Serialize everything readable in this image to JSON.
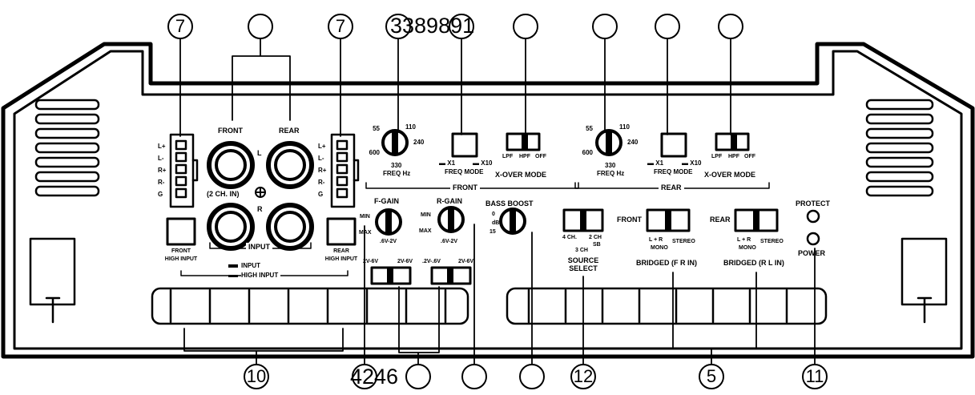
{
  "callouts": {
    "top_left_7": "7",
    "top_mid_7": "7",
    "top_overlay_code": "3389891",
    "bottom_10": "10",
    "bottom_overlay_code": "4246",
    "bottom_12": "12",
    "bottom_5": "5",
    "bottom_11": "11"
  },
  "left_speaker_terms": [
    "L+",
    "L-",
    "R+",
    "R-",
    "G"
  ],
  "right_speaker_terms": [
    "L+",
    "L-",
    "R+",
    "R-",
    "G"
  ],
  "rca": {
    "front": "FRONT",
    "rear": "REAR",
    "l": "L",
    "r": "R",
    "two_ch_in": "(2 CH. IN)",
    "input": "INPUT"
  },
  "high_input": {
    "front_line1": "FRONT",
    "front_line2": "HIGH INPUT",
    "rear_line1": "REAR",
    "rear_line2": "HIGH INPUT",
    "legend_input": "INPUT",
    "legend_high_input": "HIGH INPUT"
  },
  "front_section": {
    "freq_55": "55",
    "freq_110": "110",
    "freq_240": "240",
    "freq_600": "600",
    "freq_330": "330",
    "freq_label": "FREQ Hz",
    "x1": "X1",
    "x10": "X10",
    "freq_mode": "FREQ MODE",
    "lpf": "LPF",
    "hpf": "HPF",
    "off": "OFF",
    "xover_mode": "X-OVER MODE",
    "section": "FRONT"
  },
  "rear_section": {
    "freq_55": "55",
    "freq_110": "110",
    "freq_240": "240",
    "freq_600": "600",
    "freq_330": "330",
    "freq_label": "FREQ Hz",
    "x1": "X1",
    "x10": "X10",
    "freq_mode": "FREQ MODE",
    "lpf": "LPF",
    "hpf": "HPF",
    "off": "OFF",
    "xover_mode": "X-OVER MODE",
    "section": "REAR"
  },
  "gain": {
    "f_gain": "F-GAIN",
    "r_gain": "R-GAIN",
    "min": "MIN",
    "max": "MAX",
    "f_range": ".6V-2V",
    "r_range": ".6V-2V",
    "f_sw_left": "2V-6V",
    "f_sw_right": "2V-6V",
    "r_sw_left": ".2V-.6V",
    "r_sw_right": "2V-6V"
  },
  "bass_boost": {
    "label": "BASS BOOST",
    "zero": "0",
    "db": "dB",
    "fifteen": "15"
  },
  "source_select": {
    "four_ch": "4 CH.",
    "two_ch": "2 CH",
    "three_ch": "3 CH",
    "sb": "SB",
    "label1": "SOURCE",
    "label2": "SELECT"
  },
  "bridged": {
    "front": "FRONT",
    "rear": "REAR",
    "l_r": "L + R",
    "mono": "MONO",
    "stereo": "STEREO",
    "front_label": "BRIDGED (F R IN)",
    "rear_label": "BRIDGED (R L IN)"
  },
  "status": {
    "protect": "PROTECT",
    "power": "POWER"
  }
}
